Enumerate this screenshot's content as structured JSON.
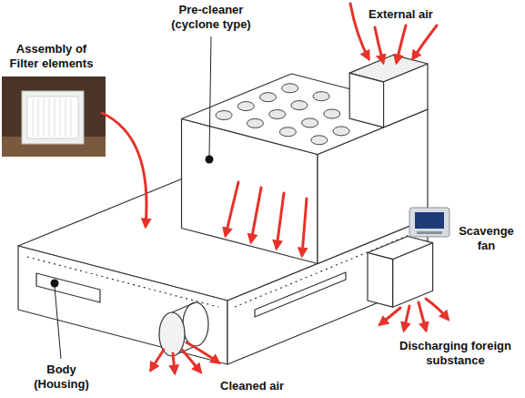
{
  "diagram": {
    "labels": [
      "Pre-cleaner (cyclone type)",
      "External air",
      "Assembly of Filter elements",
      "Scavenge fan",
      "Discharging foreign substance",
      "Body (Housing)",
      "Cleaned air"
    ]
  }
}
